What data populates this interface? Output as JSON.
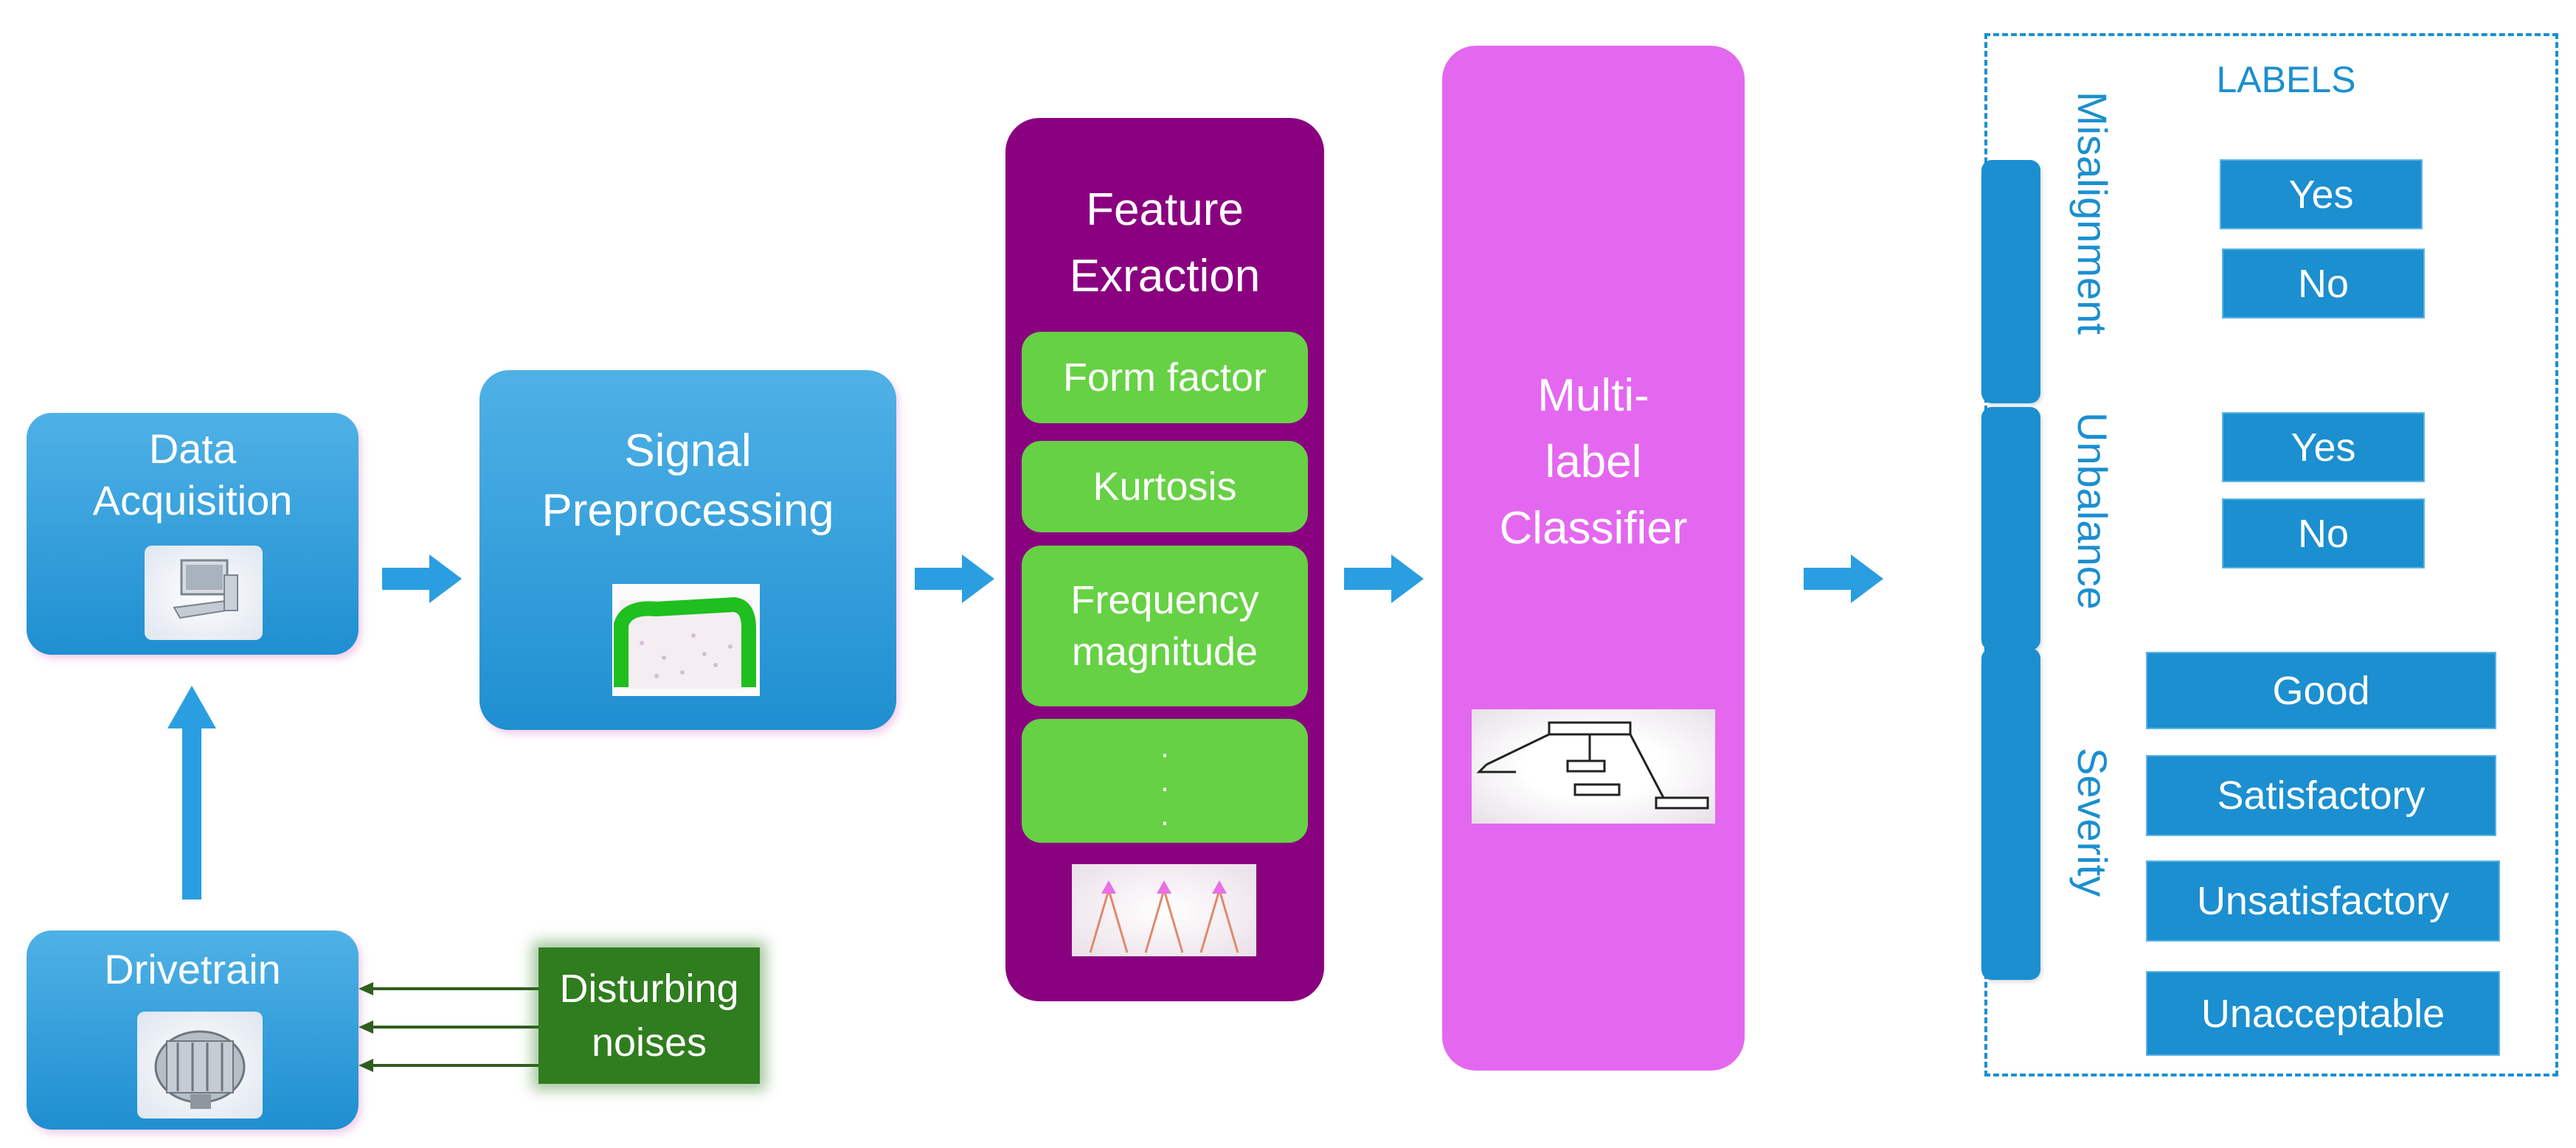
{
  "nodes": {
    "data_acquisition": "Data\nAcquisition",
    "signal_preprocessing": "Signal\nPreprocessing",
    "drivetrain": "Drivetrain",
    "disturbing_noises": "Disturbing\nnoises",
    "feature_extraction": "Feature\nExraction",
    "multilabel_classifier": "Multi-\nlabel\nClassifier"
  },
  "features": [
    "Form factor",
    "Kurtosis",
    "Frequency\nmagnitude",
    ".\n.\n."
  ],
  "labels": {
    "title": "LABELS",
    "groups": [
      {
        "name": "Misalignment",
        "options": [
          "Yes",
          "No"
        ]
      },
      {
        "name": "Unbalance",
        "options": [
          "Yes",
          "No"
        ]
      },
      {
        "name": "Severity",
        "options": [
          "Good",
          "Satisfactory",
          "Unsatisfactory",
          "Unacceptable"
        ]
      }
    ]
  },
  "colors": {
    "blue": "#1b8fd0",
    "purple": "#8a0180",
    "pink": "#e468ef",
    "green": "#66d144",
    "dark_green": "#2f7d1e",
    "arrow_blue": "#2a9ee0"
  }
}
